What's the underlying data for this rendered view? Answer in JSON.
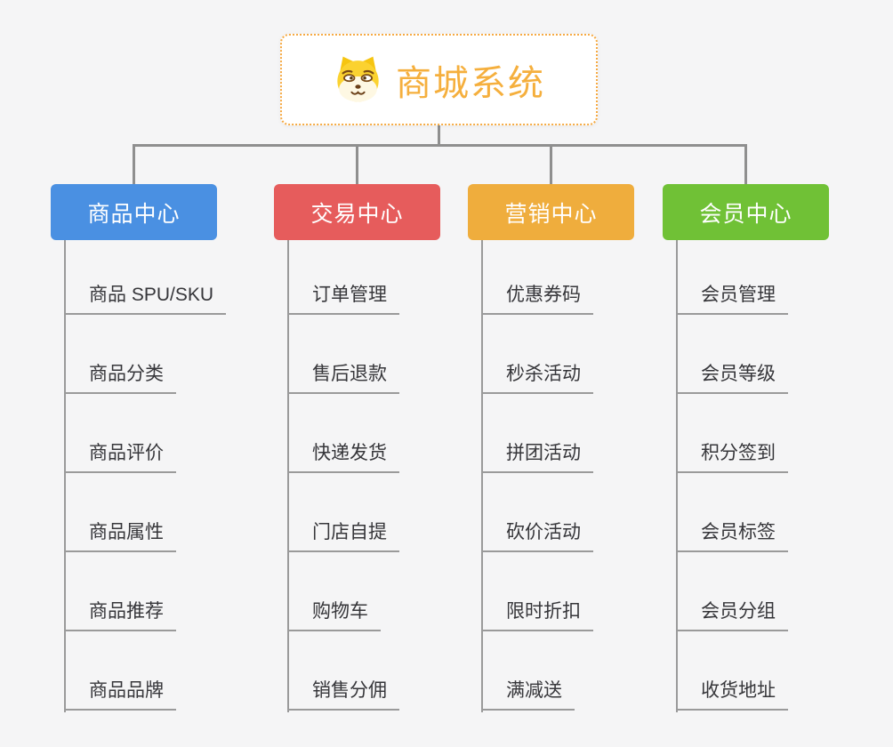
{
  "page": {
    "background": "#f5f5f6"
  },
  "colors": {
    "connector": "#8f8f8f",
    "underline": "#9a9a9a",
    "child_text": "#36363a"
  },
  "icons": {
    "root": "dog-face-icon"
  },
  "root": {
    "title": "商城系统",
    "border_color": "#f6aa43",
    "title_color": "#f5af3d"
  },
  "branches": [
    {
      "label": "商品中心",
      "color": "#4a90e2",
      "children": [
        "商品 SPU/SKU",
        "商品分类",
        "商品评价",
        "商品属性",
        "商品推荐",
        "商品品牌"
      ]
    },
    {
      "label": "交易中心",
      "color": "#e65c5c",
      "children": [
        "订单管理",
        "售后退款",
        "快递发货",
        "门店自提",
        "购物车",
        "销售分佣"
      ]
    },
    {
      "label": "营销中心",
      "color": "#efad3d",
      "children": [
        "优惠券码",
        "秒杀活动",
        "拼团活动",
        "砍价活动",
        "限时折扣",
        "满减送"
      ]
    },
    {
      "label": "会员中心",
      "color": "#70c136",
      "children": [
        "会员管理",
        "会员等级",
        "积分签到",
        "会员标签",
        "会员分组",
        "收货地址"
      ]
    }
  ]
}
